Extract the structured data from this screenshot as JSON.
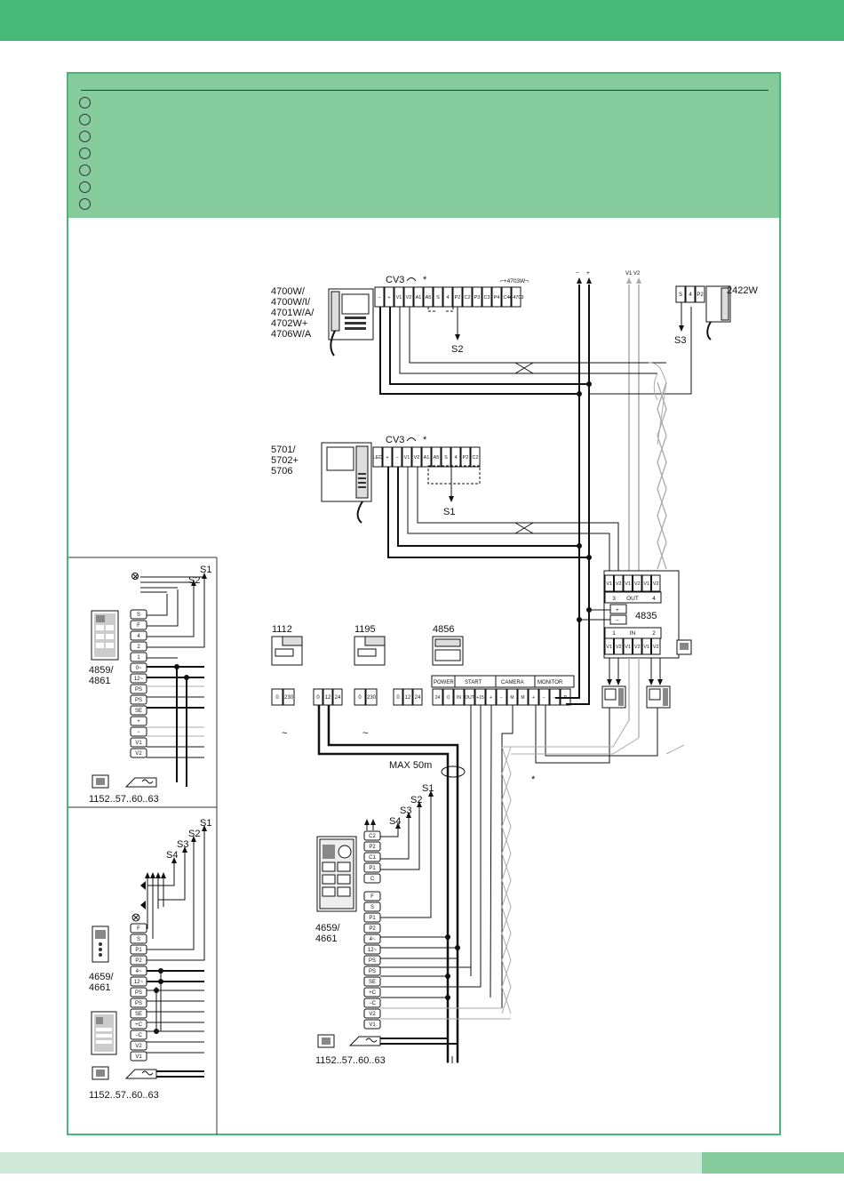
{
  "colors": {
    "brand": "#46b878",
    "panel_header": "#86cb9c",
    "footer": "#cfe9d8"
  },
  "header_items": 7,
  "labels": {
    "monitor_top_models": [
      "4700W/",
      "4700W/I/",
      "4701W/A/",
      "4702W+",
      "4706W/A"
    ],
    "monitor_mid_models": [
      "5701/",
      "5702+",
      "5706"
    ],
    "cv3": "CV3",
    "star": "*",
    "plus4703": "⌐+4703W¬",
    "s1": "S1",
    "s2": "S2",
    "s3": "S3",
    "s4": "S4",
    "intercom": "2422W",
    "minus": "−",
    "plus": "+",
    "v1v2": "V1 V2",
    "dev_1112": "1112",
    "dev_1195": "1195",
    "dev_4856": "4856",
    "switcher": "4835",
    "out": "OUT",
    "in": "IN",
    "power": "POWER",
    "start": "START",
    "camera": "CAMERA",
    "monitor": "MONITOR",
    "max50": "MAX 50m",
    "panel_4659_4661": [
      "4659/",
      "4661"
    ],
    "panel_4859_4861": [
      "4859/",
      "4861"
    ],
    "cam_ref": "1152..57..60..63",
    "ac": "~"
  },
  "terminals": {
    "top_monitor": [
      "−",
      "+",
      "V1",
      "V2",
      "A1",
      "A5",
      "S",
      "4",
      "P2",
      "C2",
      "P3",
      "C3",
      "P4",
      "C4",
      "+ 4703"
    ],
    "mid_monitor": [
      "LED",
      "+",
      "−",
      "V1",
      "V2",
      "A1",
      "A5",
      "S",
      "4",
      "P2",
      "C2"
    ],
    "intercom": [
      "S",
      "4",
      "P2"
    ],
    "sw_top": [
      "V1",
      "V2",
      "V1",
      "V2",
      "V1",
      "V2"
    ],
    "sw_top_nums": [
      "3",
      "OUT",
      "4"
    ],
    "sw_bot_nums": [
      "1",
      "IN",
      "2"
    ],
    "sw_bot": [
      "V1",
      "V2",
      "V1",
      "V2",
      "V1",
      "V2"
    ],
    "psu_a": [
      "0",
      "230"
    ],
    "psu_b": [
      "0",
      "12",
      "24"
    ],
    "psu_c": [
      "0",
      "230"
    ],
    "psu_d": [
      "0",
      "12",
      "24"
    ],
    "dev4856": [
      "24",
      "0",
      "IN",
      "OUT",
      "+15",
      "+",
      "−",
      "M",
      "M",
      "+",
      "−",
      "−",
      "R"
    ],
    "main_panel_top": [
      "C2",
      "P2",
      "C1",
      "P1",
      "C"
    ],
    "main_panel_bot": [
      "F",
      "S",
      "P1",
      "P2",
      "4~",
      "12~",
      "PS",
      "PS",
      "SE",
      "+C",
      "−C",
      "V2",
      "V1"
    ],
    "left1": [
      "S",
      "F",
      "4",
      "2",
      "1",
      "0~",
      "12~",
      "PS",
      "PS",
      "SE",
      "+",
      "−",
      "V1",
      "V2"
    ],
    "left2": [
      "F",
      "S",
      "P1",
      "P2",
      "4~",
      "12~",
      "PS",
      "PS",
      "SE",
      "+C",
      "−C",
      "V2",
      "V1"
    ]
  }
}
